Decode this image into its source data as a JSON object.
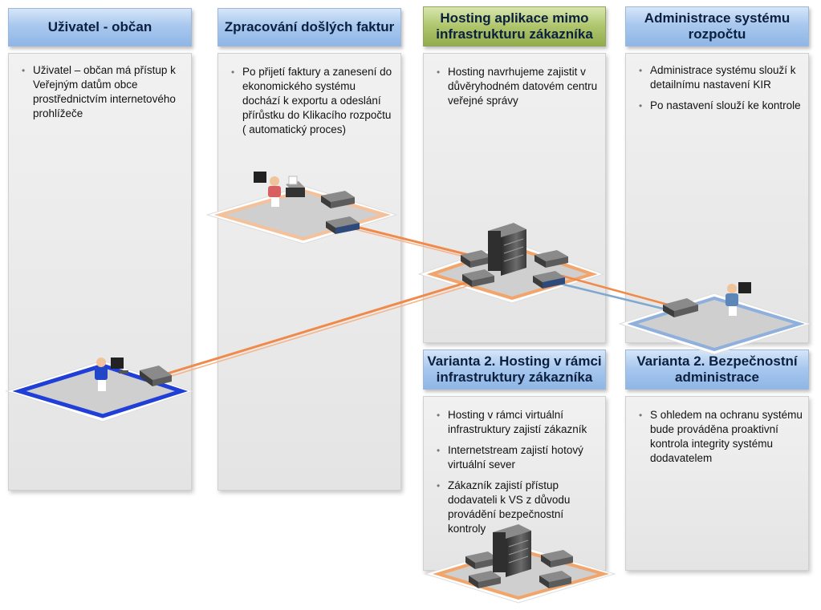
{
  "columns": [
    {
      "header": "Uživatel - občan",
      "bullets": [
        "Uživatel – občan má přístup k Veřejným datům obce prostřednictvím internetového prohlížeče"
      ]
    },
    {
      "header": "Zpracování došlých faktur",
      "bullets": [
        "Po přijetí faktury a zanesení do ekonomického systému dochází k exportu a odeslání přírůstku do Klikacího rozpočtu ( automatický proces)"
      ]
    },
    {
      "header": "Hosting aplikace mimo infrastrukturu zákazníka",
      "bullets": [
        "Hosting navrhujeme zajistit v důvěryhodném datovém centru veřejné správy"
      ]
    },
    {
      "header": "Administrace systému rozpočtu",
      "bullets": [
        "Administrace systému slouží k detailnímu nastavení KIR",
        "Po nastavení slouží ke kontrole"
      ]
    },
    {
      "header": "Varianta 2. Hosting v rámci infrastruktury zákazníka",
      "bullets": [
        "Hosting v rámci virtuální infrastruktury zajistí zákazník",
        "Internetstream zajistí hotový virtuální sever",
        "Zákazník zajistí přístup dodavateli k VS  z důvodu provádění bezpečnostní kontroly"
      ]
    },
    {
      "header": "Varianta 2. Bezpečnostní administrace",
      "bullets": [
        "S ohledem na ochranu systému bude prováděna proaktivní kontrola integrity systému dodavatelem"
      ]
    }
  ],
  "colors": {
    "header_blue": "#9fc0ea",
    "header_green": "#a5be60",
    "link_orange": "#f08a4b",
    "link_blue": "#7fa7d0",
    "platform_blue": "#1f3fd6",
    "platform_lightblue": "#8fb0dc",
    "platform_orange": "#f2a56b"
  },
  "icons": [
    "user-at-pc-icon",
    "printer-icon",
    "router-icon",
    "server-rack-icon"
  ]
}
